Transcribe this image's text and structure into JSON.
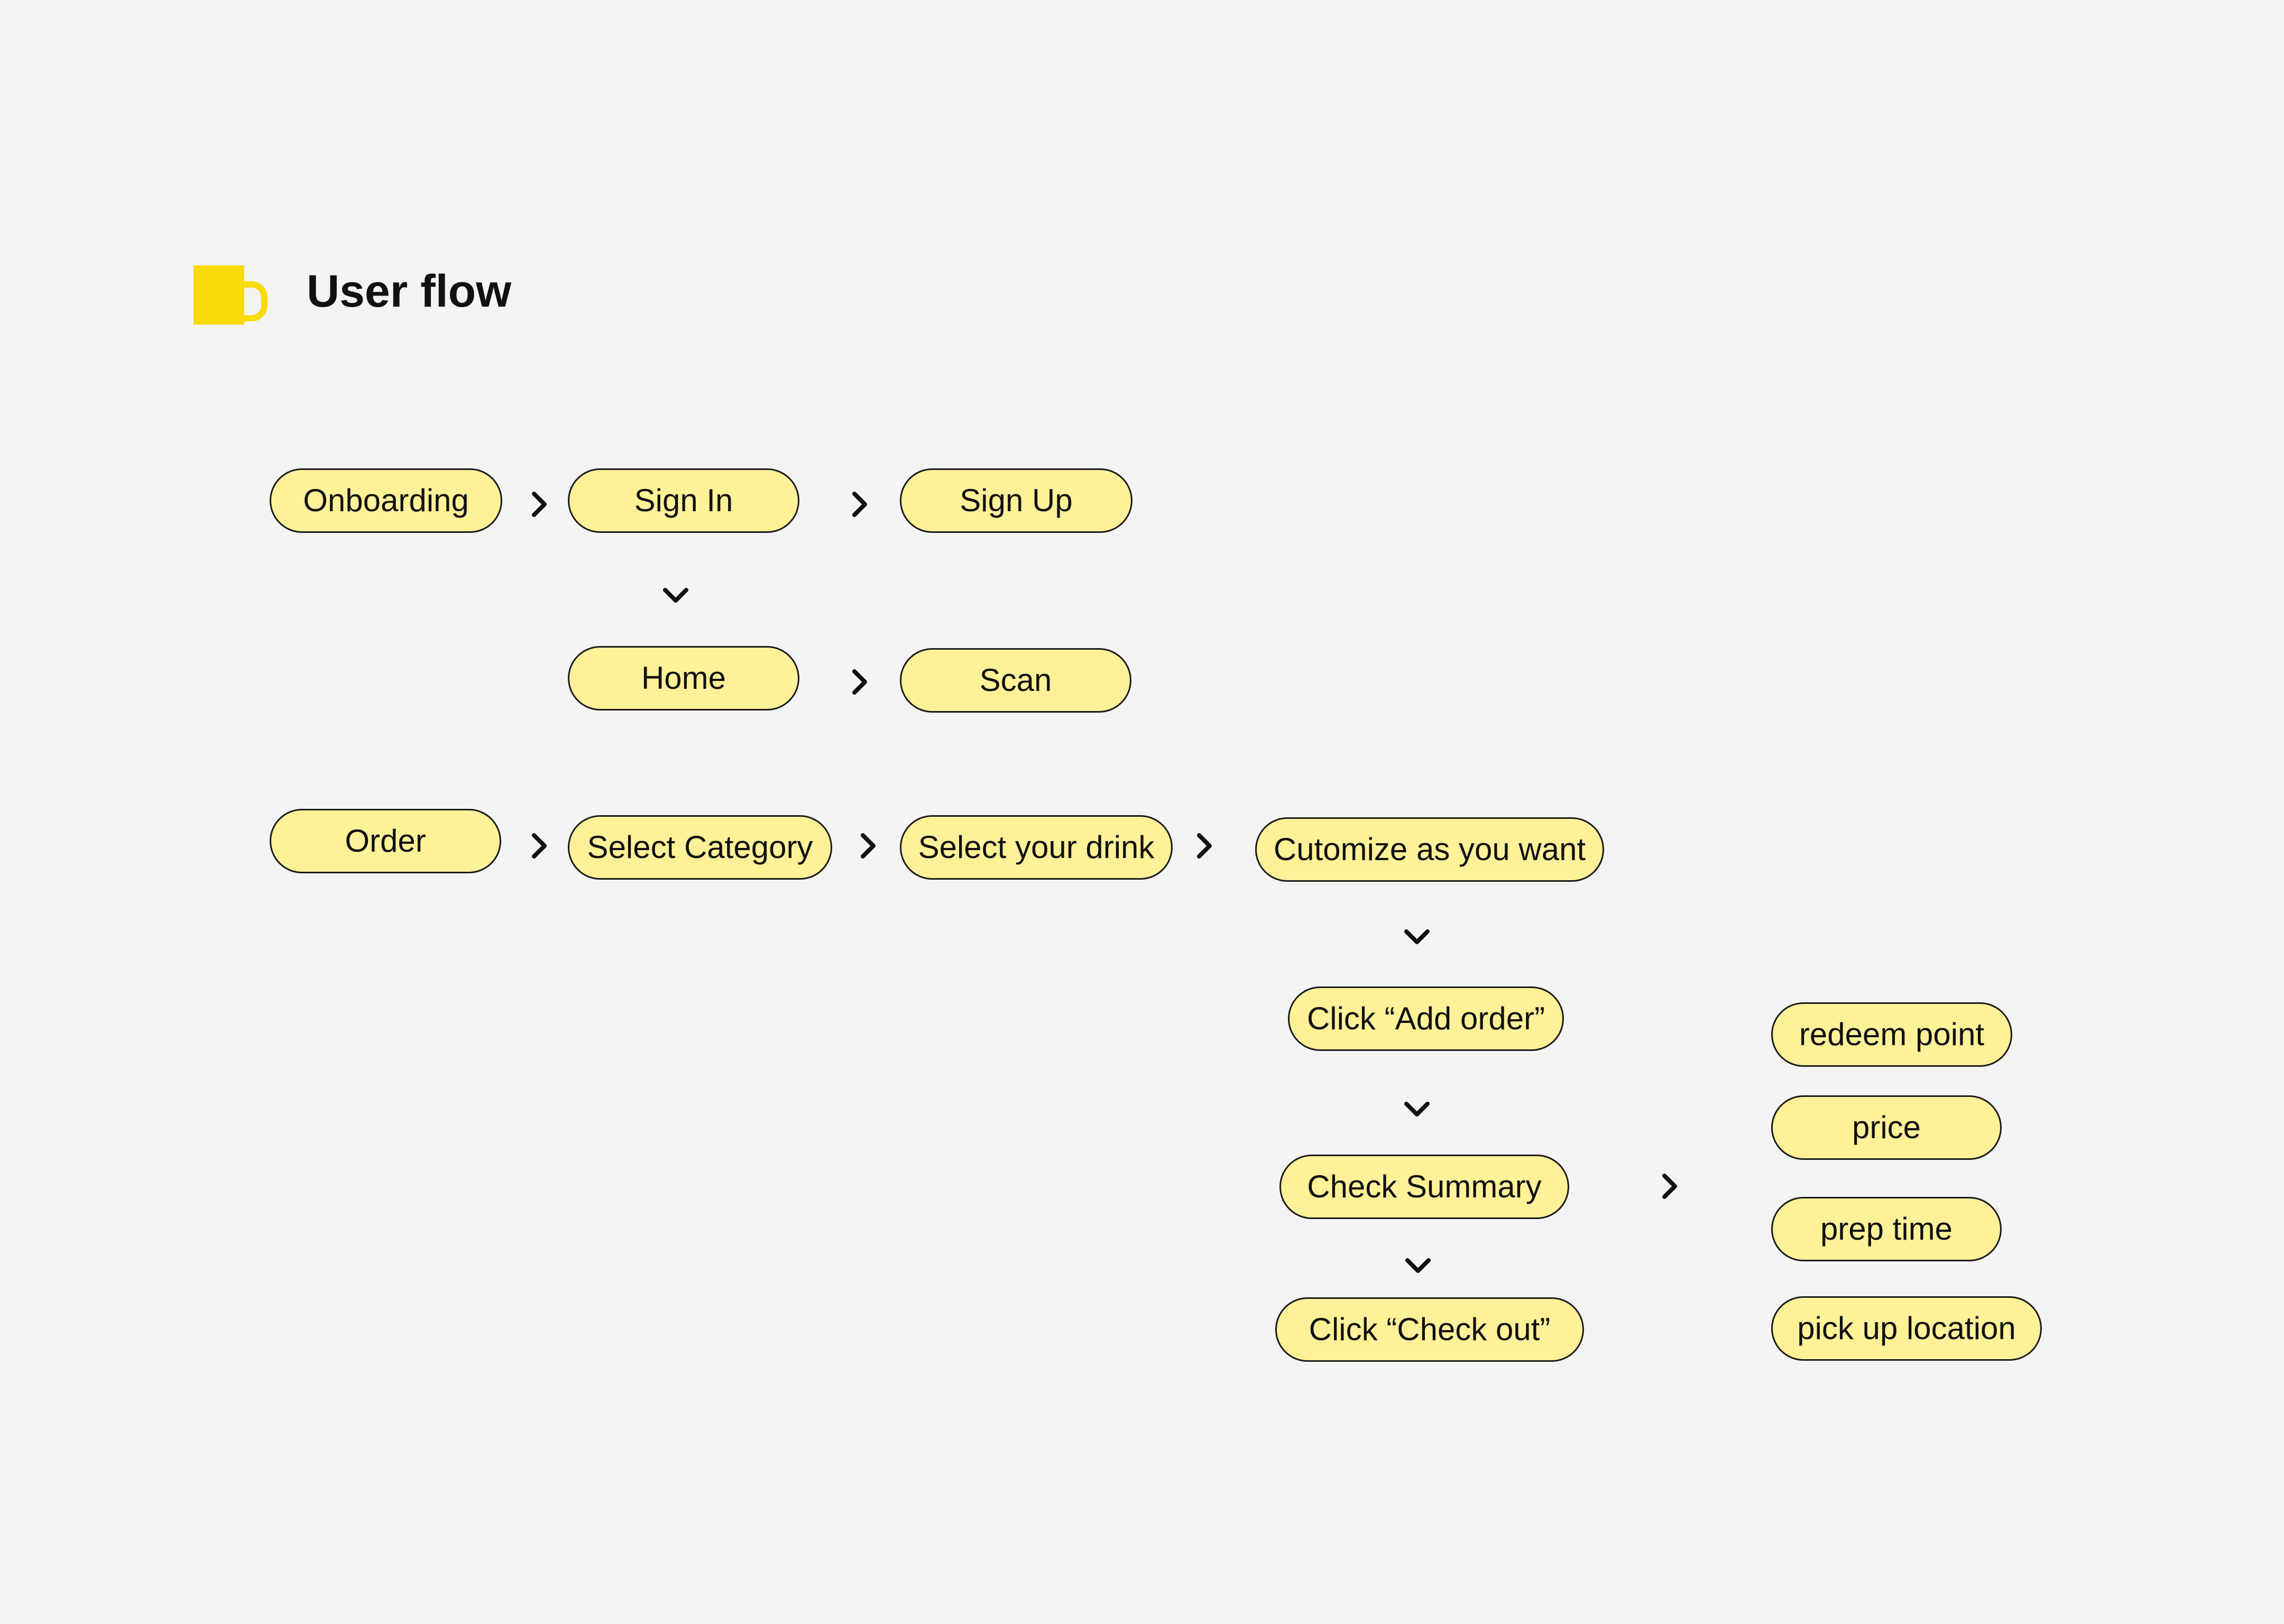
{
  "header": {
    "title": "User flow",
    "logo_icon": "coffee-mug-icon",
    "accent_color": "#f9db0a"
  },
  "colors": {
    "node_fill": "#fef198",
    "node_border": "#1a1a1a",
    "background": "#f4f4f4"
  },
  "nodes": {
    "onboarding": "Onboarding",
    "sign_in": "Sign In",
    "sign_up": "Sign Up",
    "home": "Home",
    "scan": "Scan",
    "order": "Order",
    "select_category": "Select Category",
    "select_drink": "Select your drink",
    "customize": "Cutomize as you want",
    "add_order": "Click “Add order”",
    "check_summary": "Check Summary",
    "check_out": "Click “Check out”",
    "redeem_point": "redeem point",
    "price": "price",
    "prep_time": "prep time",
    "pickup_location": "pick up location"
  },
  "edges": [
    [
      "Onboarding",
      "Sign In"
    ],
    [
      "Sign In",
      "Sign Up"
    ],
    [
      "Sign In",
      "Home"
    ],
    [
      "Home",
      "Scan"
    ],
    [
      "Order",
      "Select Category"
    ],
    [
      "Select Category",
      "Select your drink"
    ],
    [
      "Select your drink",
      "Cutomize as you want"
    ],
    [
      "Cutomize as you want",
      "Click “Add order”"
    ],
    [
      "Click “Add order”",
      "Check Summary"
    ],
    [
      "Check Summary",
      "Click “Check out”"
    ],
    [
      "Check Summary",
      "redeem point"
    ],
    [
      "Check Summary",
      "price"
    ],
    [
      "Check Summary",
      "prep time"
    ],
    [
      "Check Summary",
      "pick up location"
    ]
  ]
}
